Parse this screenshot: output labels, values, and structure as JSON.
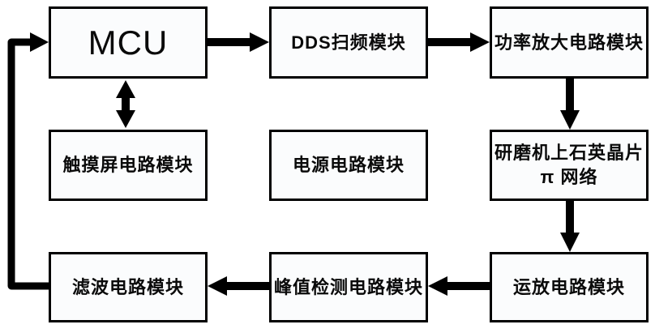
{
  "diagram": {
    "nodes": {
      "mcu": {
        "label": "MCU"
      },
      "dds": {
        "label": "DDS扫频模块"
      },
      "power_amp": {
        "label": "功率放大电路模块"
      },
      "touch_screen": {
        "label": "触摸屏电路模块"
      },
      "power_supply": {
        "label": "电源电路模块"
      },
      "quartz": {
        "label_line1": "研磨机上石英晶片",
        "label_line2": "π 网络"
      },
      "filter": {
        "label": "滤波电路模块"
      },
      "peak_detect": {
        "label": "峰值检测电路模块"
      },
      "opamp": {
        "label": "运放电路模块"
      }
    },
    "edges": [
      {
        "from": "mcu",
        "to": "dds",
        "type": "arrow"
      },
      {
        "from": "dds",
        "to": "power_amp",
        "type": "arrow"
      },
      {
        "from": "power_amp",
        "to": "quartz",
        "type": "arrow"
      },
      {
        "from": "quartz",
        "to": "opamp",
        "type": "arrow"
      },
      {
        "from": "opamp",
        "to": "peak_detect",
        "type": "arrow"
      },
      {
        "from": "peak_detect",
        "to": "filter",
        "type": "arrow"
      },
      {
        "from": "filter",
        "to": "mcu",
        "type": "arrow-feedback-left-side"
      },
      {
        "from": "mcu",
        "to": "touch_screen",
        "type": "double-arrow"
      }
    ],
    "colors": {
      "line": "#000000",
      "box_border": "#000000",
      "box_fill": "#fbfcfd",
      "background": "#ffffff",
      "text": "#0a0a0a"
    }
  }
}
